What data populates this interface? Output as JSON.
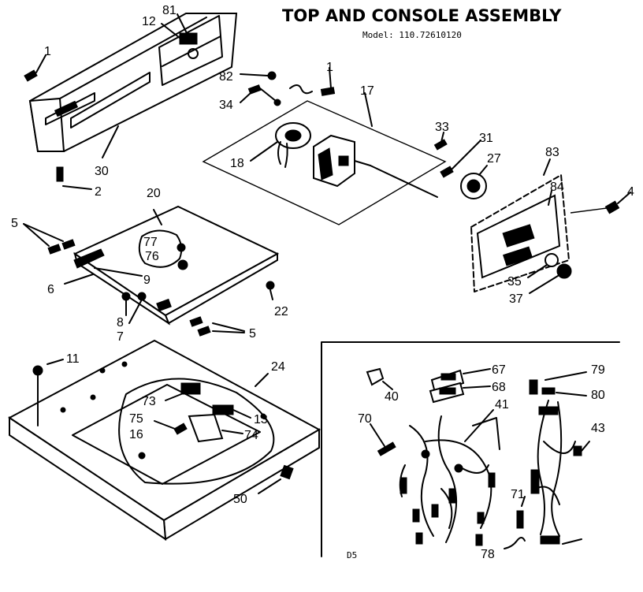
{
  "title": "TOP AND CONSOLE ASSEMBLY",
  "model_label": "Model: 110.72610120",
  "diagram_id": "D5",
  "part_labels": [
    "1",
    "12",
    "81",
    "82",
    "1",
    "34",
    "17",
    "33",
    "31",
    "27",
    "18",
    "30",
    "2",
    "83",
    "84",
    "4",
    "20",
    "5",
    "77",
    "76",
    "9",
    "6",
    "35",
    "37",
    "22",
    "8",
    "7",
    "5",
    "11",
    "24",
    "73",
    "13",
    "75",
    "74",
    "16",
    "50",
    "40",
    "67",
    "68",
    "79",
    "80",
    "41",
    "70",
    "43",
    "71",
    "78"
  ]
}
